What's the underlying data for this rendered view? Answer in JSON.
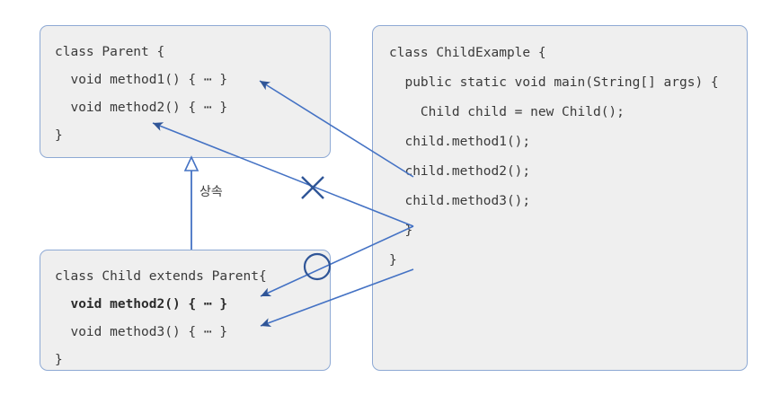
{
  "diagram": {
    "title": "Java inheritance and method overriding diagram",
    "background_color": "#ffffff",
    "box_fill": "#efefef",
    "box_border": "#8ea9d4",
    "line_color": "#4472c4",
    "accent_color": "#2f5597",
    "text_color": "#3a3a3a"
  },
  "parent_box": {
    "name": "Parent",
    "lines": [
      {
        "text": "class Parent {",
        "bold": false
      },
      {
        "text": "  void method1() { ⋯ }",
        "bold": false
      },
      {
        "text": "  void method2() { ⋯ }",
        "bold": false
      },
      {
        "text": "}",
        "bold": false
      }
    ]
  },
  "child_box": {
    "name": "Child",
    "lines": [
      {
        "text": "class Child extends Parent{",
        "bold": false
      },
      {
        "text": "  void method2() { ⋯ }",
        "bold": true
      },
      {
        "text": "  void method3() { ⋯ }",
        "bold": false
      },
      {
        "text": "}",
        "bold": false
      }
    ]
  },
  "example_box": {
    "name": "ChildExample",
    "lines": [
      {
        "text": "class ChildExample {",
        "bold": false,
        "blank": false
      },
      {
        "text": "  public static void main(String[] args) {",
        "bold": false,
        "blank": false
      },
      {
        "text": "",
        "bold": false,
        "blank": true
      },
      {
        "text": "    Child child = new Child();",
        "bold": false,
        "blank": false
      },
      {
        "text": "",
        "bold": false,
        "blank": true
      },
      {
        "text": "  child.method1();",
        "bold": false,
        "blank": false
      },
      {
        "text": "",
        "bold": false,
        "blank": true
      },
      {
        "text": "  child.method2();",
        "bold": false,
        "blank": false
      },
      {
        "text": "",
        "bold": false,
        "blank": true
      },
      {
        "text": "  child.method3();",
        "bold": false,
        "blank": false
      },
      {
        "text": "",
        "bold": false,
        "blank": true
      },
      {
        "text": "  }",
        "bold": false,
        "blank": false
      },
      {
        "text": "}",
        "bold": false,
        "blank": false
      }
    ]
  },
  "annotations": {
    "inheritance_label": "상속",
    "override_marker": "circle",
    "blocked_marker": "x-cross"
  }
}
